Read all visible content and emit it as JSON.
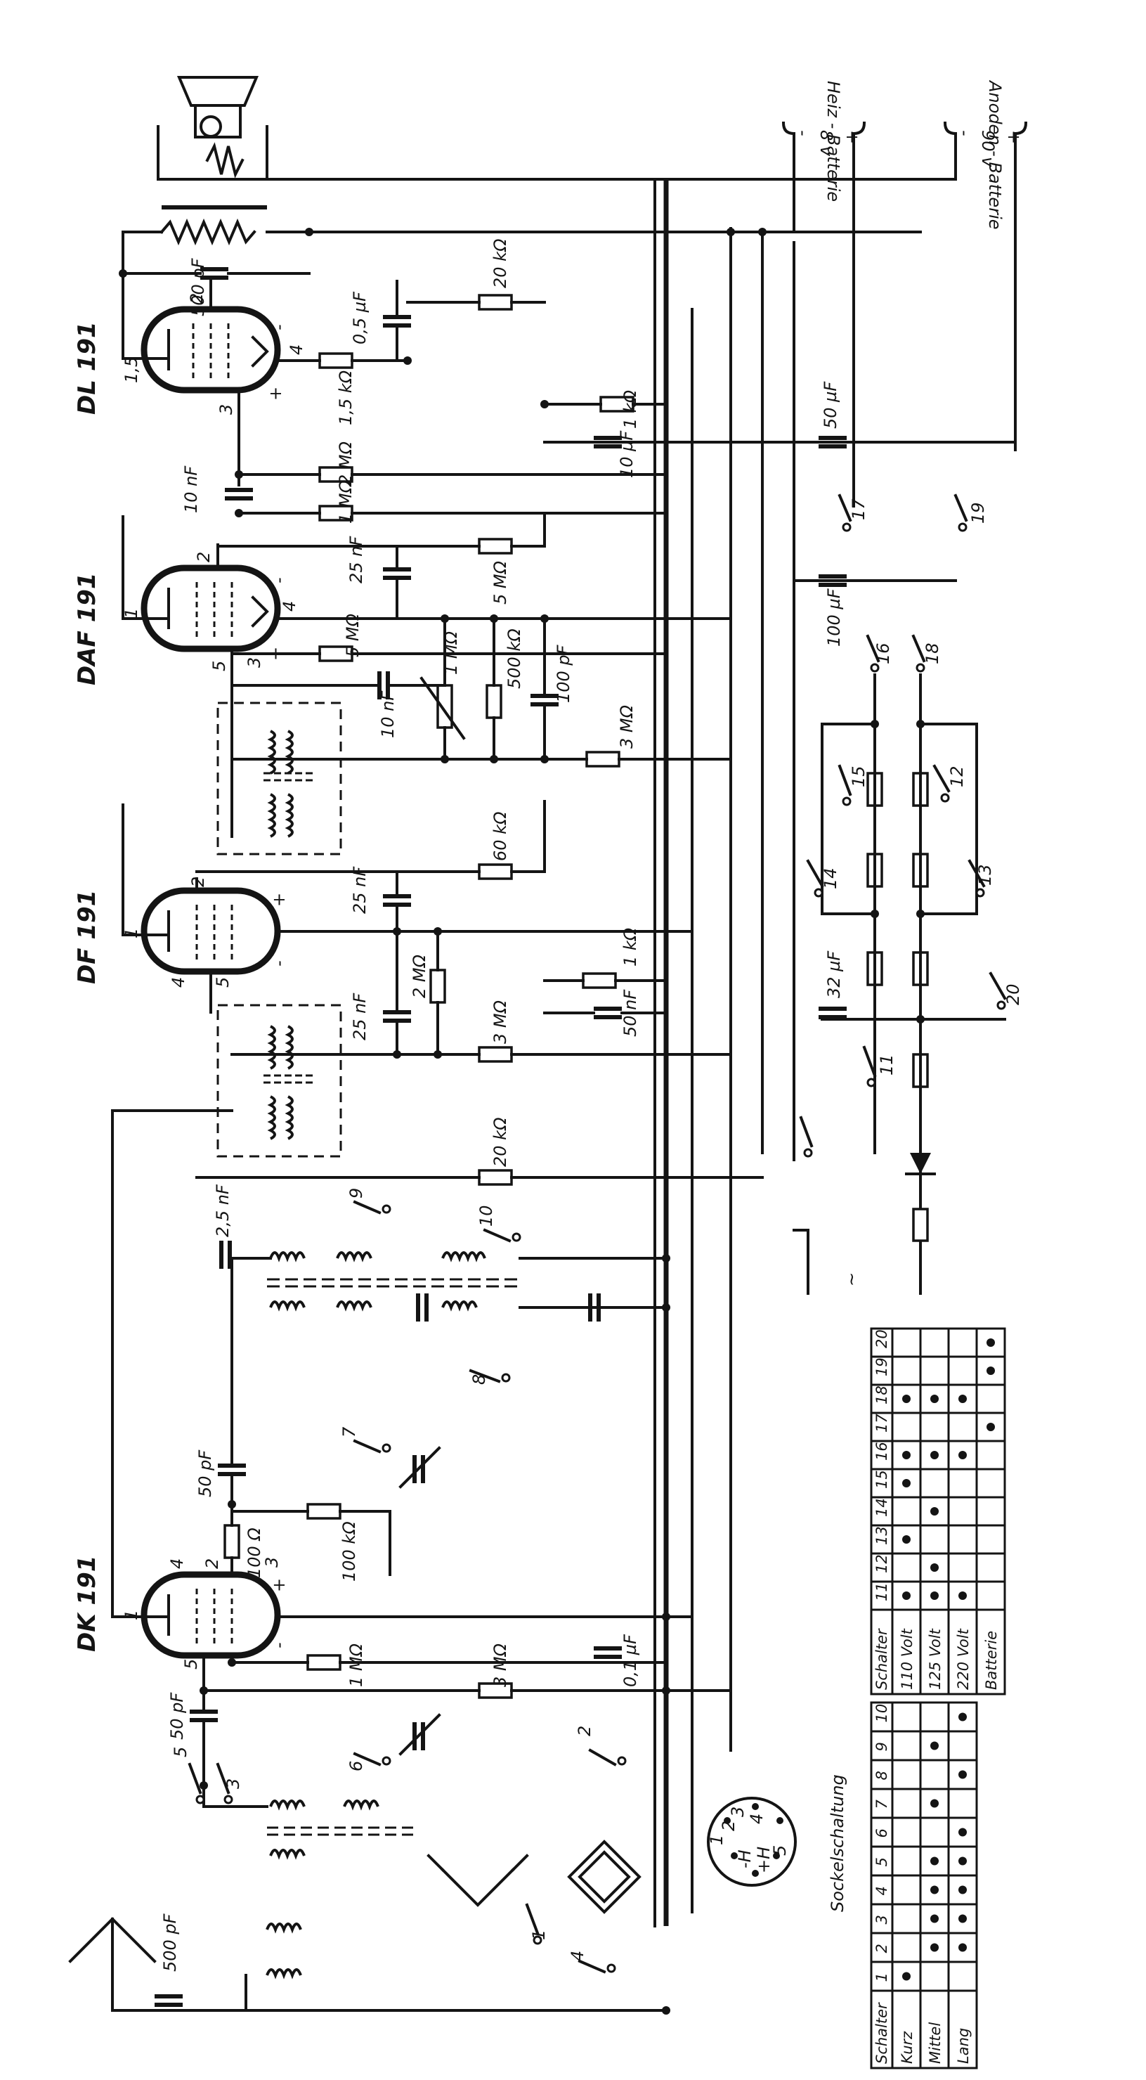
{
  "tubes": [
    {
      "name": "DL 191",
      "pins": [
        "1,5",
        "2",
        "3",
        "4",
        "+",
        "-"
      ]
    },
    {
      "name": "DAF 191",
      "pins": [
        "1",
        "2",
        "3",
        "4",
        "5",
        "+",
        "-"
      ]
    },
    {
      "name": "DF 191",
      "pins": [
        "1",
        "2",
        "4",
        "5",
        "+",
        "-"
      ]
    },
    {
      "name": "DK 191",
      "pins": [
        "1",
        "2",
        "3",
        "4",
        "5",
        "+",
        "-"
      ]
    }
  ],
  "components": {
    "c500pf_dl": "500 pF",
    "r20k_top": "20 kΩ",
    "c05uf": "0,5 µF",
    "r15k": "1,5 kΩ",
    "r1k_a": "1 kΩ",
    "c50uf_a": "50 µF",
    "c10uf": "10 µF",
    "r2m_a": "2 MΩ",
    "r1m_a": "1 MΩ",
    "c10nf_a": "10 nF",
    "c25nf_a": "25 nF",
    "r5m_a": "5 MΩ",
    "r5m_b": "5 MΩ",
    "c100uf": "100 µF",
    "c10nf_b": "10 nF",
    "pot1m": "1 MΩ",
    "r500k": "500 kΩ",
    "c100pf": "100 pF",
    "r3m_a": "3 MΩ",
    "r60k": "60 kΩ",
    "c25nf_b": "25 nF",
    "r2m_b": "2 MΩ",
    "c25nf_c": "25 nF",
    "r3m_b": "3 MΩ",
    "r1k_b": "1 kΩ",
    "c50nf": "50 nF",
    "c32uf": "32 µF",
    "r20k_mid": "20 kΩ",
    "c25nf_d": "2,5 nF",
    "c50pf_a": "50 pF",
    "r100": "100 Ω",
    "r100k": "100 kΩ",
    "r1m_b": "1 MΩ",
    "r3m_c": "3 MΩ",
    "c01uf": "0,1 µF",
    "c50pf_b": "50 pF",
    "c500pf_ant": "500 pF"
  },
  "switch_numbers": [
    "1",
    "2",
    "3",
    "4",
    "5",
    "6",
    "7",
    "8",
    "9",
    "10",
    "11",
    "12",
    "13",
    "14",
    "15",
    "16",
    "17",
    "18",
    "19",
    "20"
  ],
  "terminals": {
    "heater_label": "Heiz - Batterie",
    "heater_voltage": "8 v",
    "anode_label": "Anoden - Batterie",
    "anode_voltage": "90 v",
    "minus": "-",
    "plus": "+"
  },
  "mains_mark": "~",
  "socket": {
    "title": "Sockelschaltung",
    "pins": [
      "1",
      "2",
      "3",
      "4",
      "5",
      "-H",
      "+H"
    ]
  },
  "table1": {
    "header": [
      "Schalter",
      "1",
      "2",
      "3",
      "4",
      "5",
      "6",
      "7",
      "8",
      "9",
      "10"
    ],
    "rows": [
      {
        "label": "Kurz",
        "marks": [
          true,
          false,
          false,
          false,
          false,
          false,
          false,
          false,
          false,
          false
        ]
      },
      {
        "label": "Mittel",
        "marks": [
          false,
          true,
          true,
          true,
          true,
          false,
          true,
          false,
          true,
          false
        ]
      },
      {
        "label": "Lang",
        "marks": [
          false,
          true,
          true,
          true,
          true,
          true,
          false,
          true,
          false,
          true
        ]
      }
    ]
  },
  "table2": {
    "header": [
      "Schalter",
      "11",
      "12",
      "13",
      "14",
      "15",
      "16",
      "17",
      "18",
      "19",
      "20"
    ],
    "rows": [
      {
        "label": "110 Volt",
        "marks": [
          true,
          false,
          true,
          false,
          true,
          true,
          false,
          true,
          false,
          false
        ]
      },
      {
        "label": "125 Volt",
        "marks": [
          true,
          true,
          false,
          true,
          false,
          true,
          false,
          true,
          false,
          false
        ]
      },
      {
        "label": "220 Volt",
        "marks": [
          true,
          false,
          false,
          false,
          false,
          true,
          false,
          true,
          false,
          false
        ]
      },
      {
        "label": "Batterie",
        "marks": [
          false,
          false,
          false,
          false,
          false,
          false,
          true,
          false,
          true,
          true
        ]
      }
    ]
  }
}
